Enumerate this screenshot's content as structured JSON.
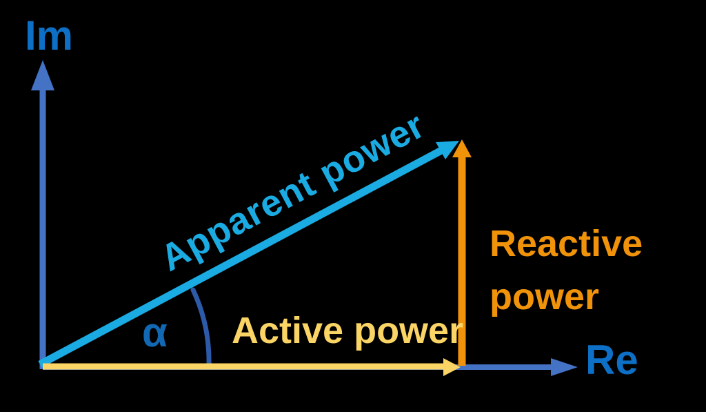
{
  "diagram": {
    "axes": {
      "im_label": "Im",
      "re_label": "Re"
    },
    "vectors": {
      "apparent_label": "Apparent power",
      "active_label": "Active power",
      "reactive_label": "Reactive power"
    },
    "angle": {
      "label": "α"
    }
  },
  "colors": {
    "background": "#000000",
    "axis": "#4472c4",
    "axis_label": "#0d70c6",
    "apparent": "#1babe3",
    "active": "#fbd466",
    "reactive": "#f0930a",
    "angle_arc": "#2d5aa8",
    "angle_label": "#1268b3"
  }
}
